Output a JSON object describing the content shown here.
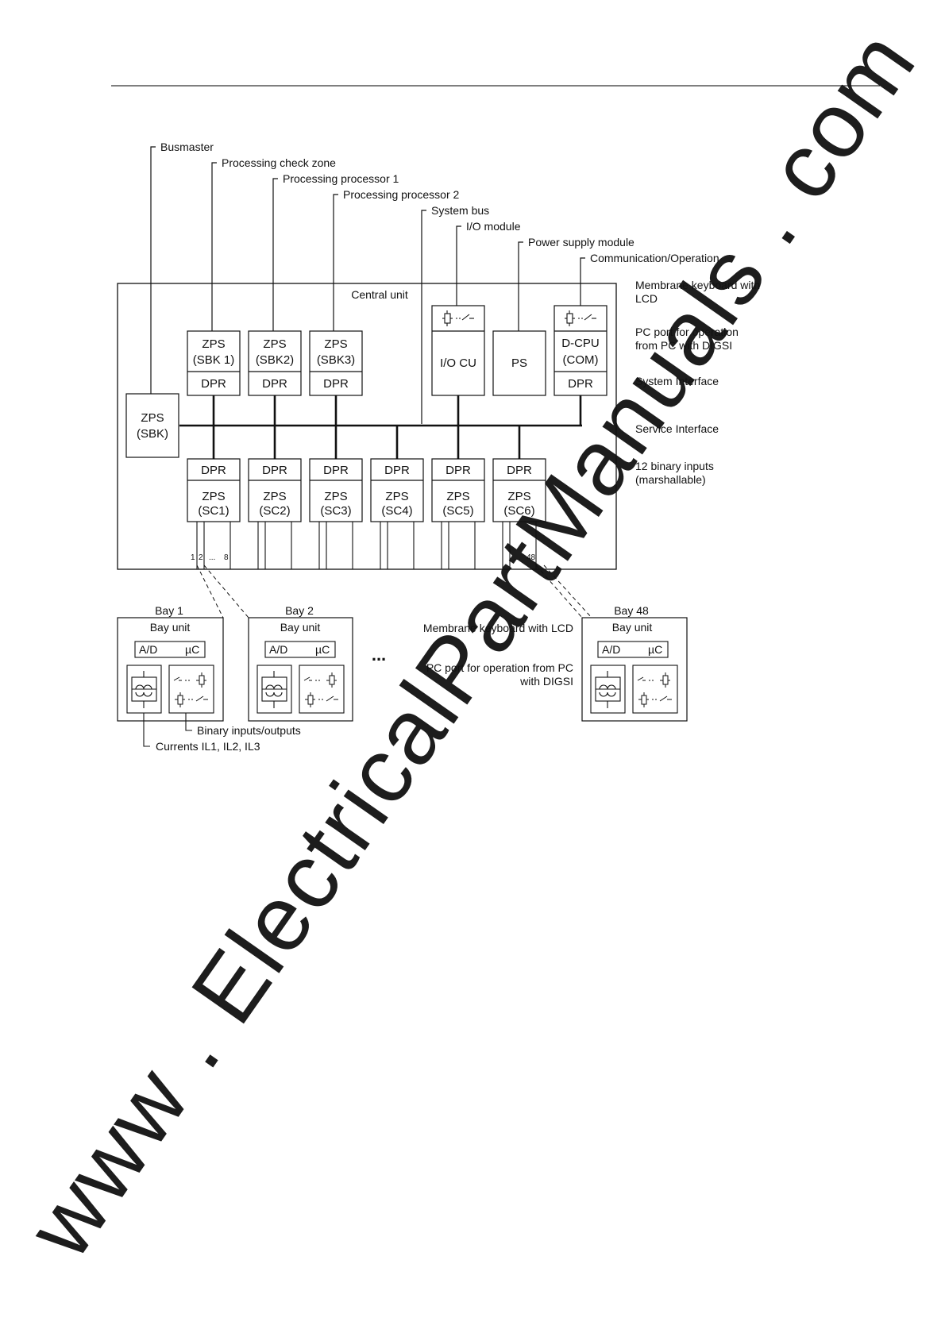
{
  "callouts": {
    "busmaster": "Busmaster",
    "processing_check_zone": "Processing check zone",
    "processing_processor_1": "Processing processor 1",
    "processing_processor_2": "Processing processor 2",
    "system_bus": "System bus",
    "io_module": "I/O module",
    "power_supply_module": "Power supply module",
    "communication_operation": "Communication/Operation"
  },
  "central_unit": {
    "title": "Central unit",
    "sbk_boxes": [
      {
        "line1": "ZPS",
        "line2": "(SBK 1)",
        "bottom": "DPR"
      },
      {
        "line1": "ZPS",
        "line2": "(SBK2)",
        "bottom": "DPR"
      },
      {
        "line1": "ZPS",
        "line2": "(SBK3)",
        "bottom": "DPR"
      }
    ],
    "io_cu": "I/O CU",
    "ps": "PS",
    "dcpu": {
      "line1": "D-CPU",
      "line2": "(COM)",
      "bottom": "DPR"
    },
    "zps_sbk": {
      "line1": "ZPS",
      "line2": "(SBK)"
    },
    "sc_boxes": [
      {
        "top": "DPR",
        "line1": "ZPS",
        "line2": "(SC1)"
      },
      {
        "top": "DPR",
        "line1": "ZPS",
        "line2": "(SC2)"
      },
      {
        "top": "DPR",
        "line1": "ZPS",
        "line2": "(SC3)"
      },
      {
        "top": "DPR",
        "line1": "ZPS",
        "line2": "(SC4)"
      },
      {
        "top": "DPR",
        "line1": "ZPS",
        "line2": "(SC5)"
      },
      {
        "top": "DPR",
        "line1": "ZPS",
        "line2": "(SC6)"
      }
    ],
    "port_labels": {
      "first": "1",
      "second": "2",
      "dots1": "...",
      "eight": "8",
      "dots2": "...",
      "last": "48"
    }
  },
  "right_labels": {
    "membrane_line1": "Membrane keyboard with",
    "membrane_line2": "LCD",
    "pc_port_line1": "PC port for operation",
    "pc_port_line2": "from PC with DIGSI",
    "system_interface": "System Interface",
    "service_interface": "Service Interface",
    "binary_line1": "12 binary inputs",
    "binary_line2": "(marshallable)"
  },
  "bays": [
    {
      "title": "Bay 1",
      "unit": "Bay unit",
      "ad": "A/D",
      "uc": "µC"
    },
    {
      "title": "Bay 2",
      "unit": "Bay unit",
      "ad": "A/D",
      "uc": "µC"
    },
    {
      "title": "Bay 48",
      "unit": "Bay unit",
      "ad": "A/D",
      "uc": "µC"
    }
  ],
  "ellipsis": "...",
  "bay_notes": {
    "membrane": "Membrane keyboard with LCD",
    "pc_port_line1": "PC port for operation from PC",
    "pc_port_line2": "with DIGSI"
  },
  "bay1_callouts": {
    "binary_io": "Binary inputs/outputs",
    "currents": "Currents IL1, IL2, IL3"
  },
  "watermark": "www . ElectricalPartManuals . com"
}
